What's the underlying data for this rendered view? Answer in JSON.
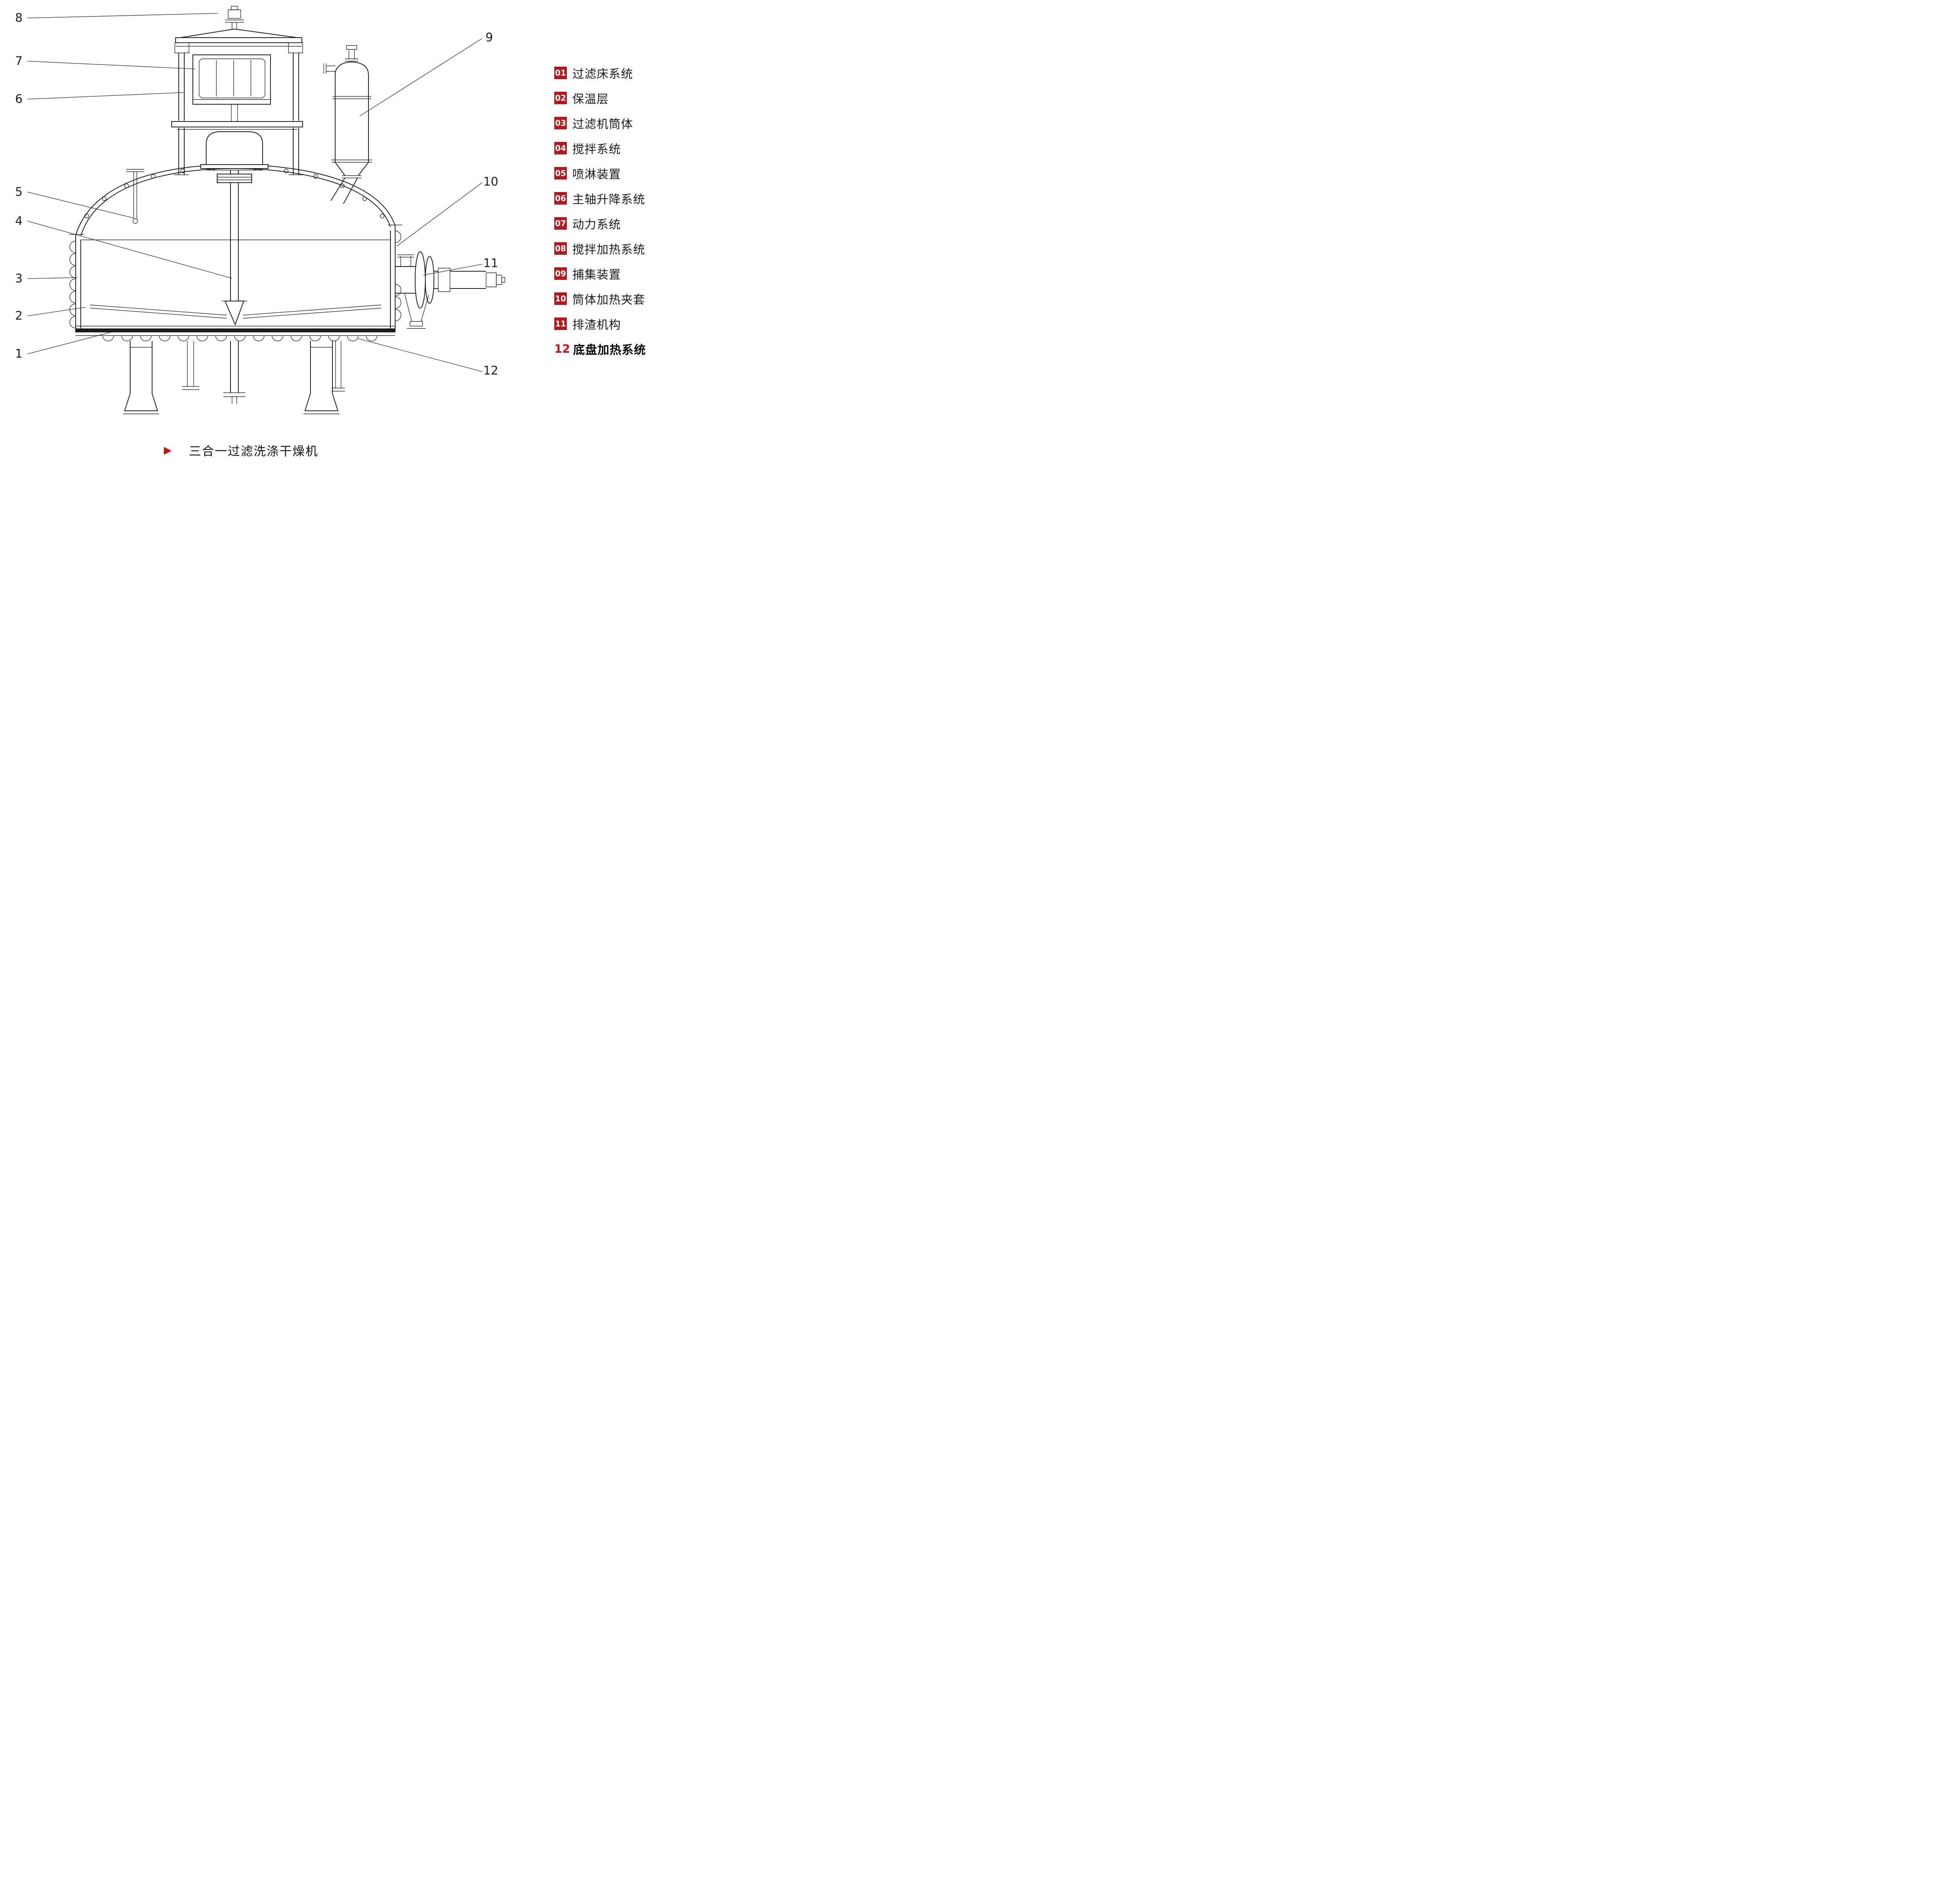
{
  "title": "三合一过滤洗涤干燥机",
  "caption": {
    "text": "三合一过滤洗涤干燥机"
  },
  "colors": {
    "badge_red": "#b01b20",
    "accent_red": "#cc1016",
    "line": "#1d1d1d"
  },
  "callouts": [
    "1",
    "2",
    "3",
    "4",
    "5",
    "6",
    "7",
    "8",
    "9",
    "10",
    "11",
    "12"
  ],
  "legend": {
    "items": [
      {
        "num": "01",
        "label": "过滤床系统"
      },
      {
        "num": "02",
        "label": "保温层"
      },
      {
        "num": "03",
        "label": "过滤机筒体"
      },
      {
        "num": "04",
        "label": "搅拌系统"
      },
      {
        "num": "05",
        "label": "喷淋装置"
      },
      {
        "num": "06",
        "label": "主轴升降系统"
      },
      {
        "num": "07",
        "label": "动力系统"
      },
      {
        "num": "08",
        "label": "搅拌加热系统"
      },
      {
        "num": "09",
        "label": "捕集装置"
      },
      {
        "num": "10",
        "label": "筒体加热夹套"
      },
      {
        "num": "11",
        "label": "排渣机构"
      },
      {
        "num": "12",
        "label": "底盘加热系统",
        "highlight": true
      }
    ]
  }
}
